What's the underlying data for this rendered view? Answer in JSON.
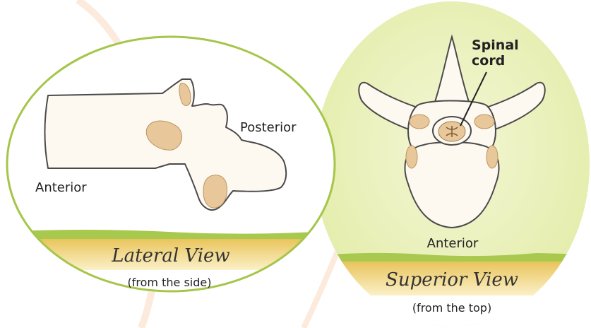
{
  "lateral": {
    "anterior_label": "Anterior",
    "posterior_label": "Posterior",
    "view_title": "Lateral View",
    "view_subtitle": "(from the side)"
  },
  "superior": {
    "spinal_cord_label_line1": "Spinal",
    "spinal_cord_label_line2": "cord",
    "anterior_label": "Anterior",
    "view_title": "Superior View",
    "view_subtitle": "(from the top)"
  },
  "colors": {
    "bone_fill": "#fdf9f0",
    "bone_stroke": "#4a4a4a",
    "facet_fill": "#e8c79a",
    "oval_green_light": "#eef3c9",
    "oval_green_border": "#a5c64a",
    "banner_gold": "#f0d27a",
    "background_arc": "#fbe6d2"
  }
}
